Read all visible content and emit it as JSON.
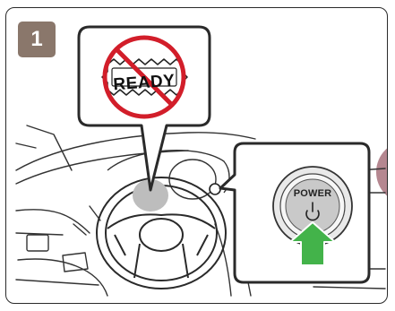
{
  "step": {
    "number": "1"
  },
  "ready_indicator": {
    "text": "READY",
    "state": "not-shown"
  },
  "power_switch": {
    "label": "POWER"
  },
  "colors": {
    "badge": "#8a776b",
    "prohibition": "#d21e2a",
    "arrow": "#43b34a",
    "corner_circle": "#b58790",
    "outline": "#2a2a2a"
  }
}
